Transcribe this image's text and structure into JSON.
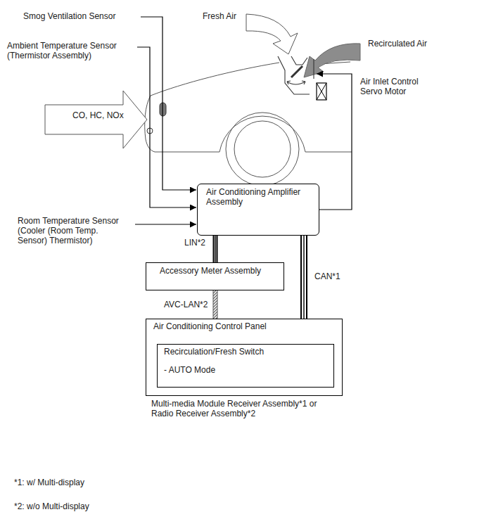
{
  "diagram": {
    "nodes": [
      {
        "text": [
          "CO, HC, NOx"
        ]
      },
      {
        "text": [
          "Air Conditioning Amplifier Assembly"
        ]
      },
      {
        "text": [
          "Accessory Meter Assembly"
        ]
      },
      {
        "text": [
          "Air Conditioning Control Panel"
        ]
      },
      {
        "text": [
          "Recirculation/Fresh Switch",
          "- AUTO Mode"
        ],
        "in": 3
      }
    ],
    "edges": [
      {
        "from": 1,
        "to": 2,
        "arrow": "none",
        "label": "LIN*2"
      },
      {
        "from": 2,
        "to": 3,
        "arrow": "none",
        "label": "AVC-LAN*2"
      },
      {
        "from": 1,
        "to": 3,
        "arrow": "none",
        "label": "CAN*1"
      }
    ],
    "labels": [
      "Smog Ventilation Sensor",
      "Ambient Temperature Sensor (Thermistor Assembly)",
      "Fresh Air",
      "Recirculated Air",
      "Air Inlet Control Servo Motor",
      "Room Temperature Sensor (Cooler (Room Temp. Sensor) Thermistor)",
      "Multi-media Module Receiver Assembly*1 or Radio Receiver Assembly*2",
      "*1: w/ Multi-display",
      "*2: w/o Multi-display"
    ]
  }
}
